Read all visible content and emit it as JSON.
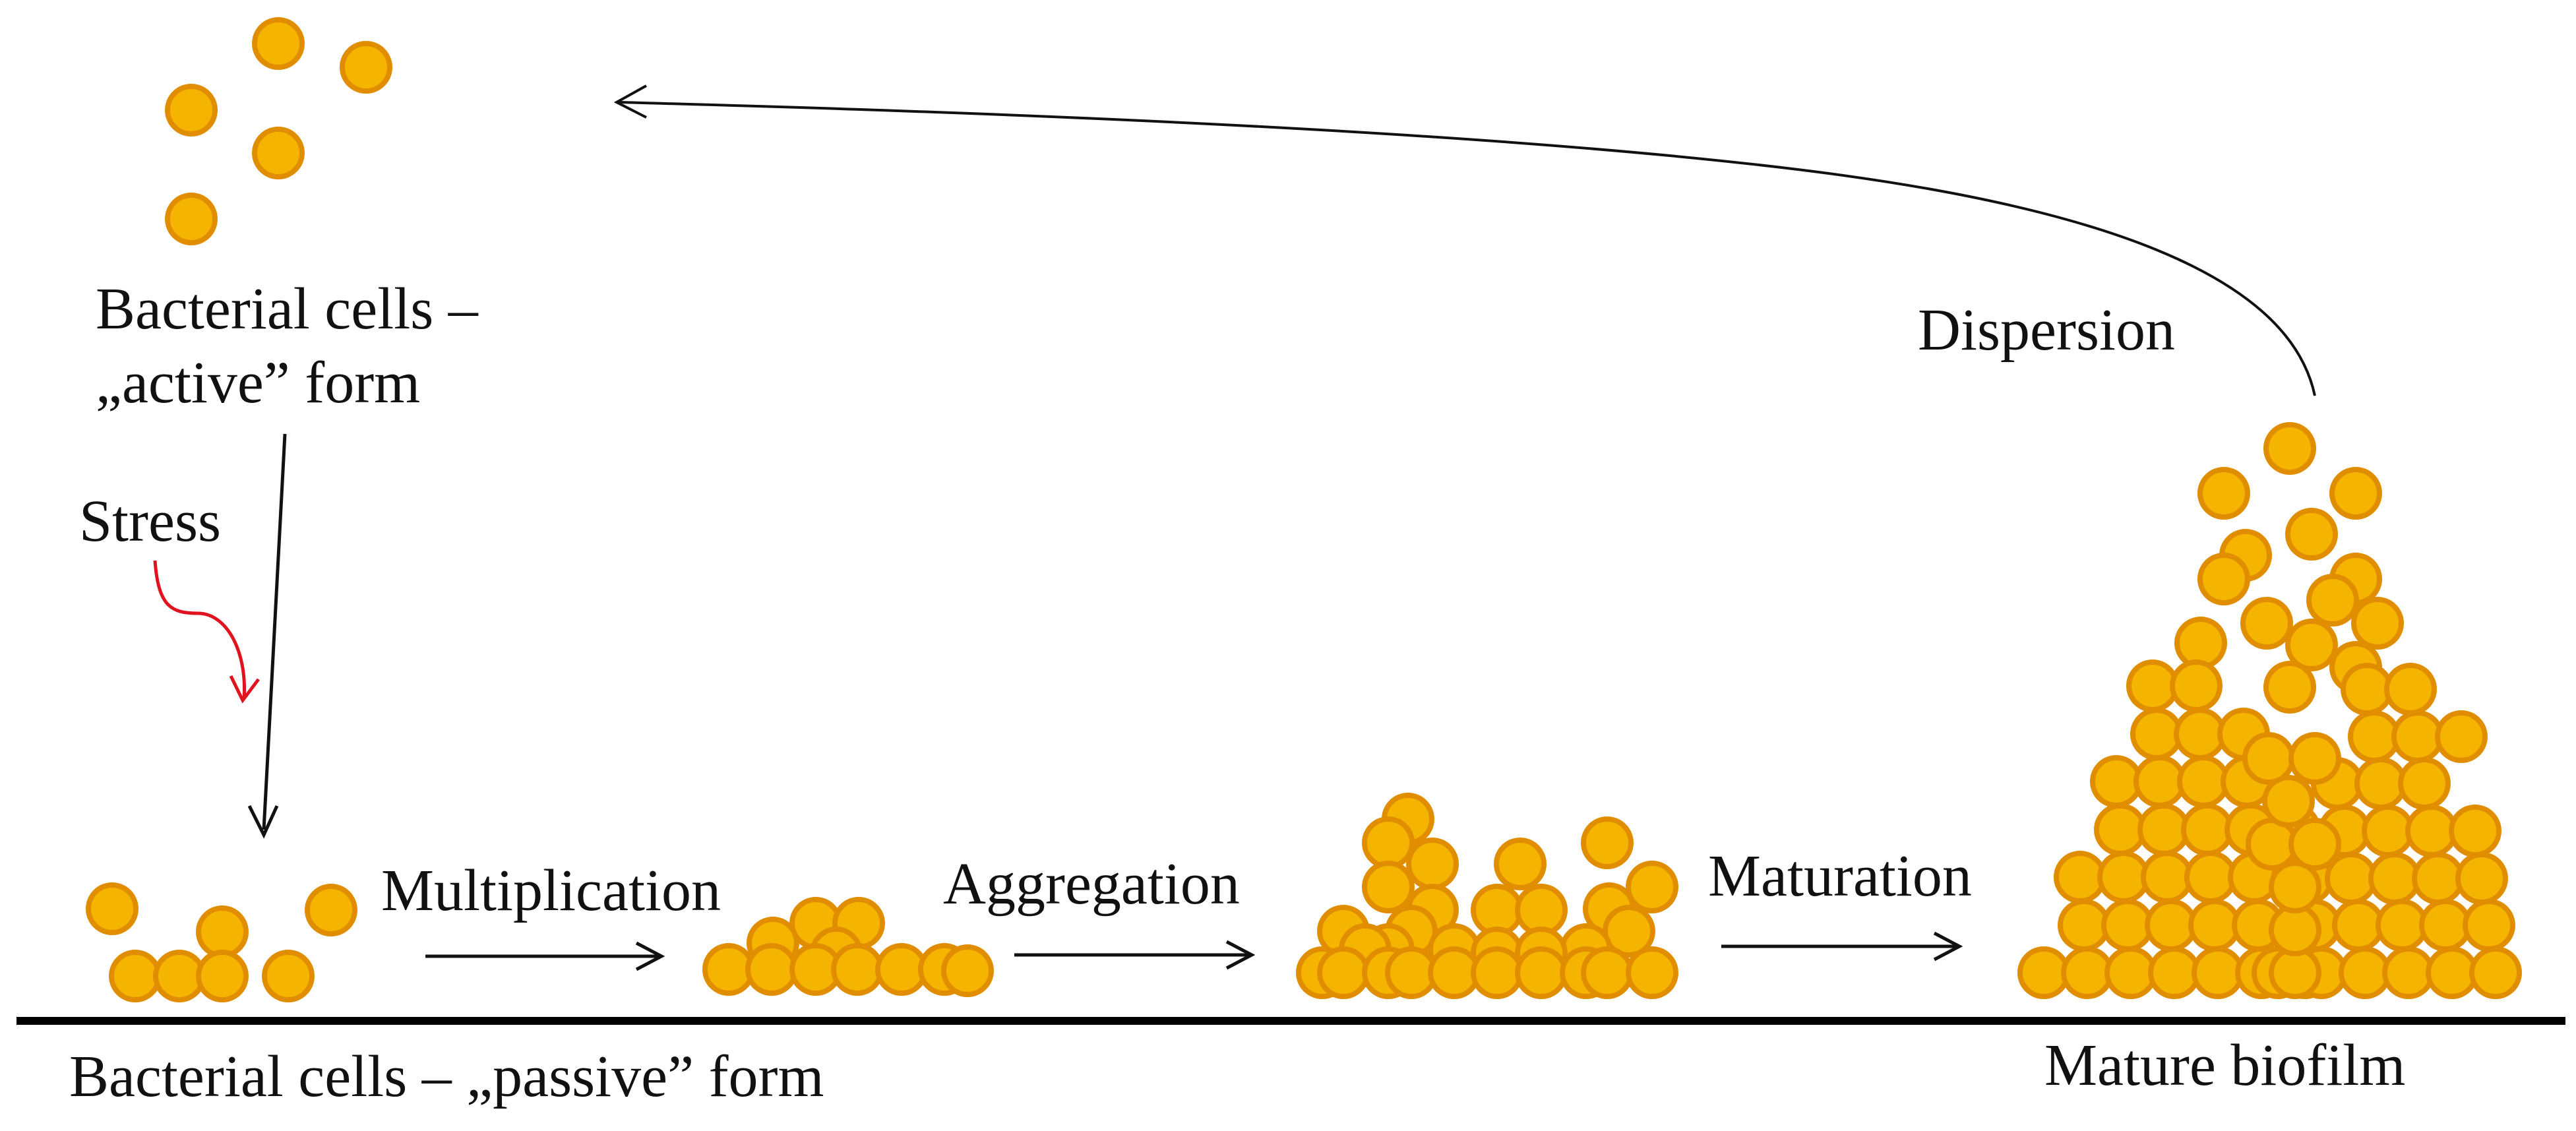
{
  "diagram": {
    "labels": {
      "active_line1": "Bacterial cells –",
      "active_line2": "„active” form",
      "stress": "Stress",
      "multiplication": "Multiplication",
      "aggregation": "Aggregation",
      "maturation": "Maturation",
      "dispersion": "Dispersion",
      "passive": "Bacterial cells – „passive” form",
      "mature": "Mature biofilm"
    },
    "colors": {
      "cell_fill": "#F5B400",
      "cell_stroke": "#E08E00",
      "arrow": "#111111",
      "stress_arrow": "#E0141E",
      "surface": "#000000"
    }
  }
}
